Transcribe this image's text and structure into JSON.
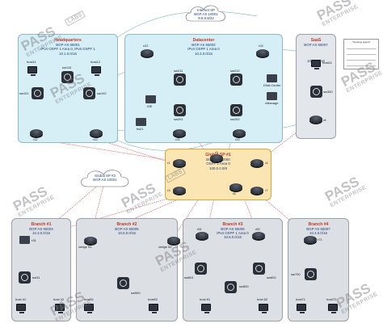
{
  "zones": {
    "internet": {
      "title": "Internet SP",
      "asn": "BGP AS 10001",
      "net": "8.8.8.8/32"
    },
    "hq": {
      "title": "Headquarters",
      "asn": "BGP AS 65001",
      "ospf": "IPv4 OSPF 1 Area 0, IPv6 OSPF 1",
      "net": "10.1.0.0/16"
    },
    "dc": {
      "title": "Datacenter",
      "asn": "BGP AS 65002",
      "ospf": "IPv4 OSPF 1 Area 0",
      "net": "10.2.0.0/16"
    },
    "saas": {
      "title": "SaaS",
      "asn": "BGP AS 65007",
      "net": "10.7.0.0/16"
    },
    "global1": {
      "title": "Global SP #1",
      "asn": "BGP AS 10000",
      "ospf": "OSPF 1 Area 0",
      "net": "100.0.0.0/8"
    },
    "global2": {
      "title": "Global SP #2",
      "asn": "BGP AS 10001"
    },
    "b1": {
      "title": "Branch #1",
      "asn": "BGP AS 65003",
      "net": "10.3.0.0/16"
    },
    "b2": {
      "title": "Branch #2",
      "asn": "BGP AS 65005",
      "net": "10.5.0.0/16"
    },
    "b3": {
      "title": "Branch #3",
      "asn": "BGP AS 65006",
      "ospf": "IPv4 OSPF 1 Area 0",
      "net": "10.6.0.0/16"
    },
    "b4": {
      "title": "Branch #4",
      "asn": "BGP AS 65007",
      "net": "10.4.0.0/16"
    }
  },
  "devices": {
    "host11": "host11",
    "host12": "host12",
    "sw110": "sw110",
    "sw101": "sw101",
    "sw102": "sw102",
    "r11": "r11",
    "r12": "r12",
    "c22": "c22",
    "r24": "r24",
    "sw211": "sw211",
    "sw212": "sw212",
    "sw201": "sw201",
    "sw202": "sw202",
    "fw21": "fw21",
    "r21": "r21",
    "r22": "r22",
    "ise": "ISE",
    "dna": "DNA Center",
    "vmanage": "vManage",
    "host21": "host21",
    "sw300": "sw300",
    "r6": "r6",
    "r1": "r1",
    "r2": "r2",
    "r3": "r3",
    "r4": "r4",
    "r5": "r5",
    "r7": "r7",
    "r31": "r31",
    "sw31": "sw31",
    "host31": "host 41",
    "host32": "host 42",
    "vedge51": "vedge 51",
    "vedge52": "vedge 52",
    "sw500": "sw500",
    "host51": "host51",
    "host52": "host52",
    "r61": "r61",
    "r62": "r62",
    "sw601": "sw601",
    "sw602": "sw602",
    "sw600": "sw600",
    "host61": "host 61",
    "host62": "host 62",
    "r71": "r71",
    "sw700": "sw700",
    "host71": "host71",
    "host72": "host72"
  },
  "watermark": {
    "line1": "PASS",
    "line2": "ENTERPRISE",
    "labs": "LABS"
  },
  "legend": {
    "title": "Topology legend"
  },
  "colors": {
    "hq_fill": "#d6eef6",
    "dc_fill": "#d6eef6",
    "saas_fill": "#e3e6ea",
    "global_fill": "#fbe6b3",
    "branch_fill": "#dcdfe3",
    "wan_link": "#d04a4a",
    "underlay": "#5aa8a8"
  }
}
